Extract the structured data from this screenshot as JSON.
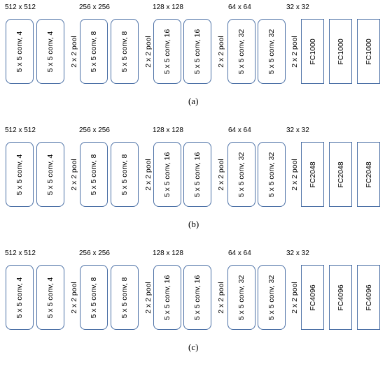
{
  "colors": {
    "box_border": "#4a6fa5",
    "text": "#000000",
    "background": "#ffffff"
  },
  "panels": [
    {
      "caption": "(a)",
      "resolutions": [
        "512 x 512",
        "256 x 256",
        "128 x 128",
        "64 x 64",
        "32 x 32"
      ],
      "stages": [
        {
          "convs": [
            "5 x 5 conv, 4",
            "5 x 5 conv, 4"
          ],
          "pool": "2 x 2 pool"
        },
        {
          "convs": [
            "5 x 5 conv, 8",
            "5 x 5 conv, 8"
          ],
          "pool": "2 x 2 pool"
        },
        {
          "convs": [
            "5 x 5 conv, 16",
            "5 x 5 conv, 16"
          ],
          "pool": "2 x 2 pool"
        },
        {
          "convs": [
            "5 x 5 conv, 32",
            "5 x 5 conv, 32"
          ],
          "pool": "2 x 2 pool"
        }
      ],
      "fc": [
        "FC1000",
        "FC1000",
        "FC1000"
      ]
    },
    {
      "caption": "(b)",
      "resolutions": [
        "512 x 512",
        "256 x 256",
        "128 x 128",
        "64 x 64",
        "32 x 32"
      ],
      "stages": [
        {
          "convs": [
            "5 x 5 conv, 4",
            "5 x 5 conv, 4"
          ],
          "pool": "2 x 2 pool"
        },
        {
          "convs": [
            "5 x 5 conv, 8",
            "5 x 5 conv, 8"
          ],
          "pool": "2 x 2 pool"
        },
        {
          "convs": [
            "5 x 5 conv, 16",
            "5 x 5 conv, 16"
          ],
          "pool": "2 x 2 pool"
        },
        {
          "convs": [
            "5 x 5 conv, 32",
            "5 x 5 conv, 32"
          ],
          "pool": "2 x 2 pool"
        }
      ],
      "fc": [
        "FC2048",
        "FC2048",
        "FC2048"
      ]
    },
    {
      "caption": "(c)",
      "resolutions": [
        "512 x 512",
        "256 x 256",
        "128 x 128",
        "64 x 64",
        "32 x 32"
      ],
      "stages": [
        {
          "convs": [
            "5 x 5 conv, 4",
            "5 x 5 conv, 4"
          ],
          "pool": "2 x 2 pool"
        },
        {
          "convs": [
            "5 x 5 conv, 8",
            "5 x 5 conv, 8"
          ],
          "pool": "2 x 2 pool"
        },
        {
          "convs": [
            "5 x 5 conv, 16",
            "5 x 5 conv, 16"
          ],
          "pool": "2 x 2 pool"
        },
        {
          "convs": [
            "5 x 5 conv, 32",
            "5 x 5 conv, 32"
          ],
          "pool": "2 x 2 pool"
        }
      ],
      "fc": [
        "FC4096",
        "FC4096",
        "FC4096"
      ]
    }
  ]
}
